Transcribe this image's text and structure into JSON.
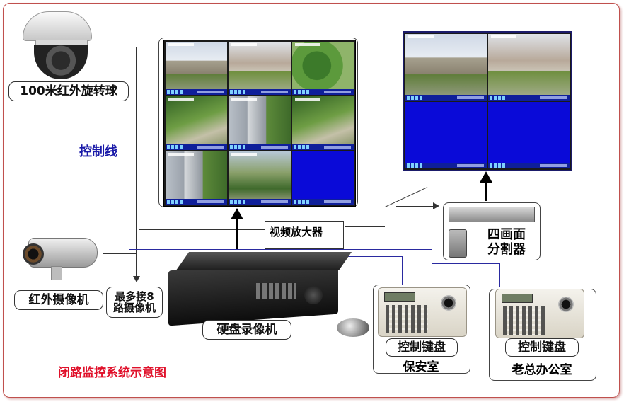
{
  "labels": {
    "camera_ptz": "100米红外旋转球",
    "control_line": "控制线",
    "camera_ir": "红外摄像机",
    "max_cameras": "最多接8\n路摄像机",
    "video_amp": "视频放大器",
    "dvr": "硬盘录像机",
    "quad_splitter": "四画面\n分割器",
    "keyboard1_title": "控制键盘",
    "keyboard1_location": "保安室",
    "keyboard2_title": "控制键盘",
    "keyboard2_location": "老总办公室",
    "diagram_title": "闭路监控系统示意图"
  },
  "colors": {
    "frame": "#c0504d",
    "control_line_text": "#1a1aa8",
    "title_text": "#e0102a",
    "empty_channel": "#0a0ad8"
  },
  "monitor_left": {
    "channels": [
      "scene",
      "scene",
      "scene",
      "scene",
      "scene",
      "scene",
      "scene",
      "scene",
      "empty"
    ]
  },
  "monitor_right": {
    "channels": [
      "scene",
      "scene",
      "empty",
      "empty"
    ]
  }
}
